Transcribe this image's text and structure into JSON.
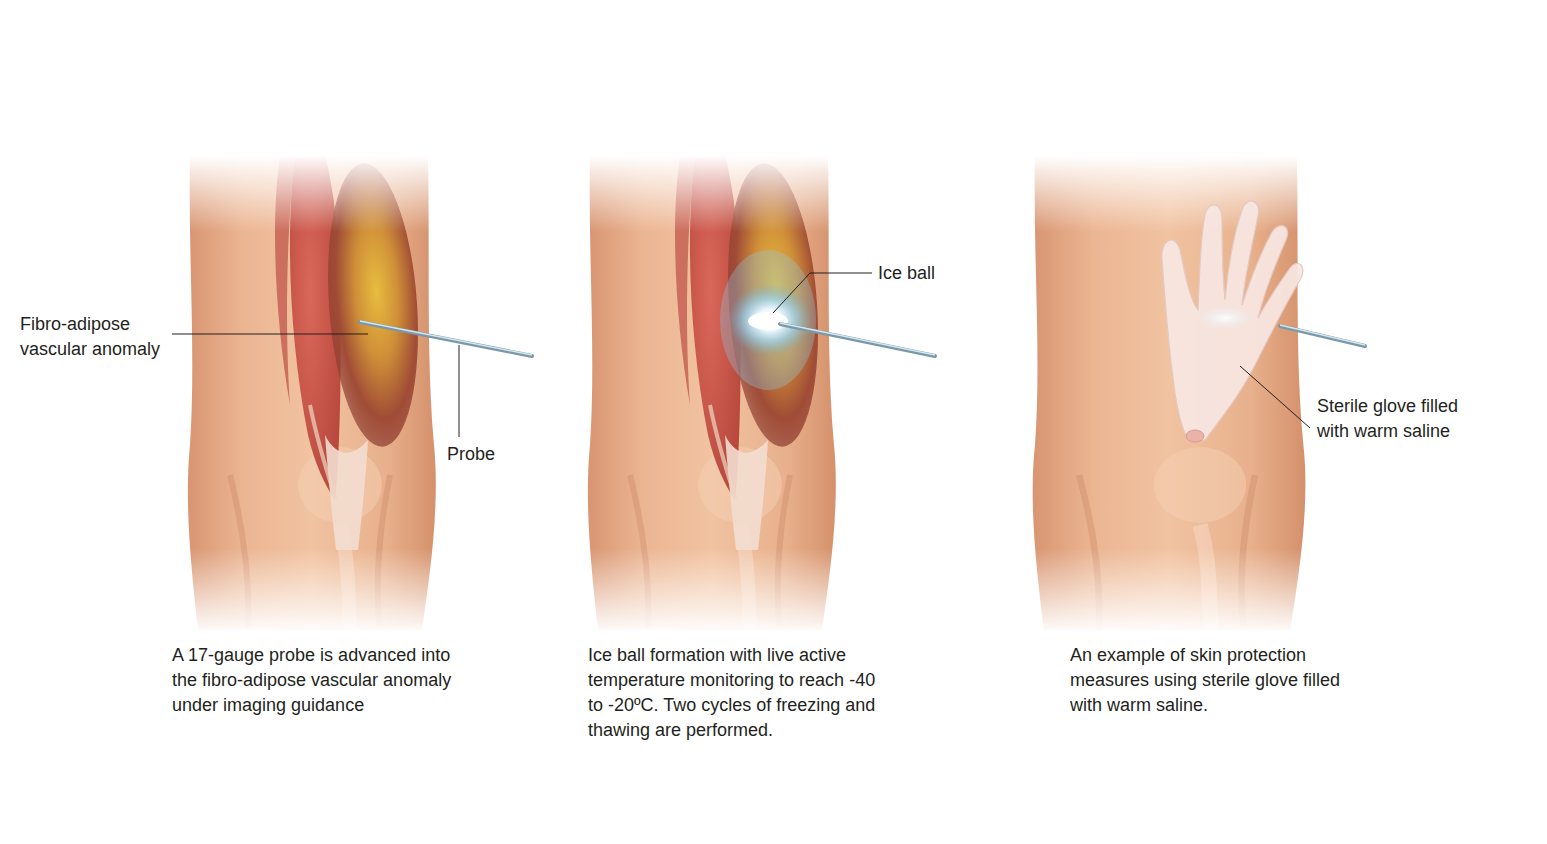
{
  "diagram": {
    "labels": [
      "Fibro-adipose vascular anomaly",
      "Probe",
      "A 17-gauge probe is advanced into the fibro-adipose vascular anomaly under imaging guidance",
      "Ice ball",
      "Ice ball formation with live active temperature monitoring to reach -40 to -20ºC. Two cycles of freezing and thawing are performed.",
      "Sterile glove filled with warm saline",
      "An example of skin protection measures using sterile glove filled with warm saline."
    ]
  }
}
